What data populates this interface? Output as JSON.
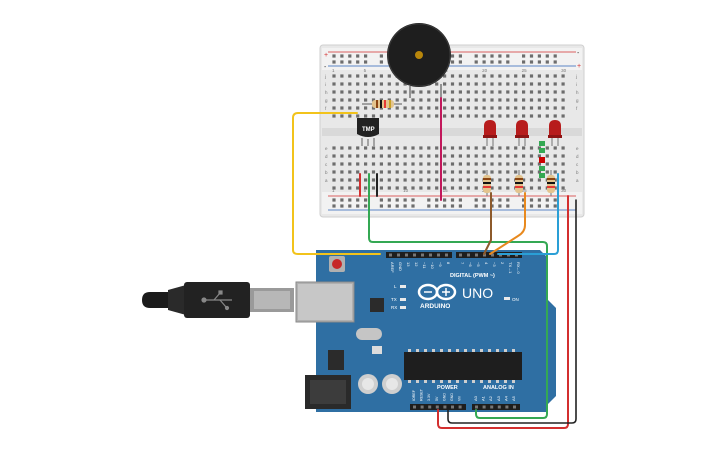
{
  "breadboard": {
    "row_labels_right": [
      "j",
      "i",
      "h",
      "g",
      "f",
      "e",
      "d",
      "c",
      "b",
      "a"
    ],
    "column_numbers": [
      "1",
      "5",
      "10",
      "15",
      "20",
      "25",
      "30"
    ],
    "rail_plus": "+",
    "rail_minus": "-"
  },
  "components": {
    "sensor_label": "TMP",
    "indicator_led_color": "#cc0000"
  },
  "arduino": {
    "brand": "ARDUINO",
    "model": "UNO",
    "header_label": "DIGITAL (PWM ~)",
    "analog_label": "ANALOG IN",
    "power_label": "POWER",
    "on_label": "ON",
    "l_label": "L",
    "tx_label": "TX",
    "rx_label": "RX",
    "digital_pins": [
      "AREF",
      "GND",
      "13",
      "12",
      "~11",
      "~10",
      "~9",
      "8",
      "7",
      "~6",
      "~5",
      "4",
      "~3",
      "2",
      "TX→1",
      "RX←0"
    ],
    "power_pins": [
      "IOREF",
      "RESET",
      "3.3V",
      "5V",
      "GND",
      "GND",
      "Vin"
    ],
    "analog_pins": [
      "A0",
      "A1",
      "A2",
      "A3",
      "A4",
      "A5"
    ]
  },
  "colors": {
    "board_blue": "#2f6fa3",
    "wire_yellow": "#f2c31b",
    "wire_green": "#34a853",
    "wire_red": "#d32f2f",
    "wire_orange": "#e8891e",
    "wire_brown": "#8d5a2b",
    "wire_blue": "#2a9fd6",
    "wire_black": "#222222",
    "wire_magenta": "#c2185b"
  }
}
